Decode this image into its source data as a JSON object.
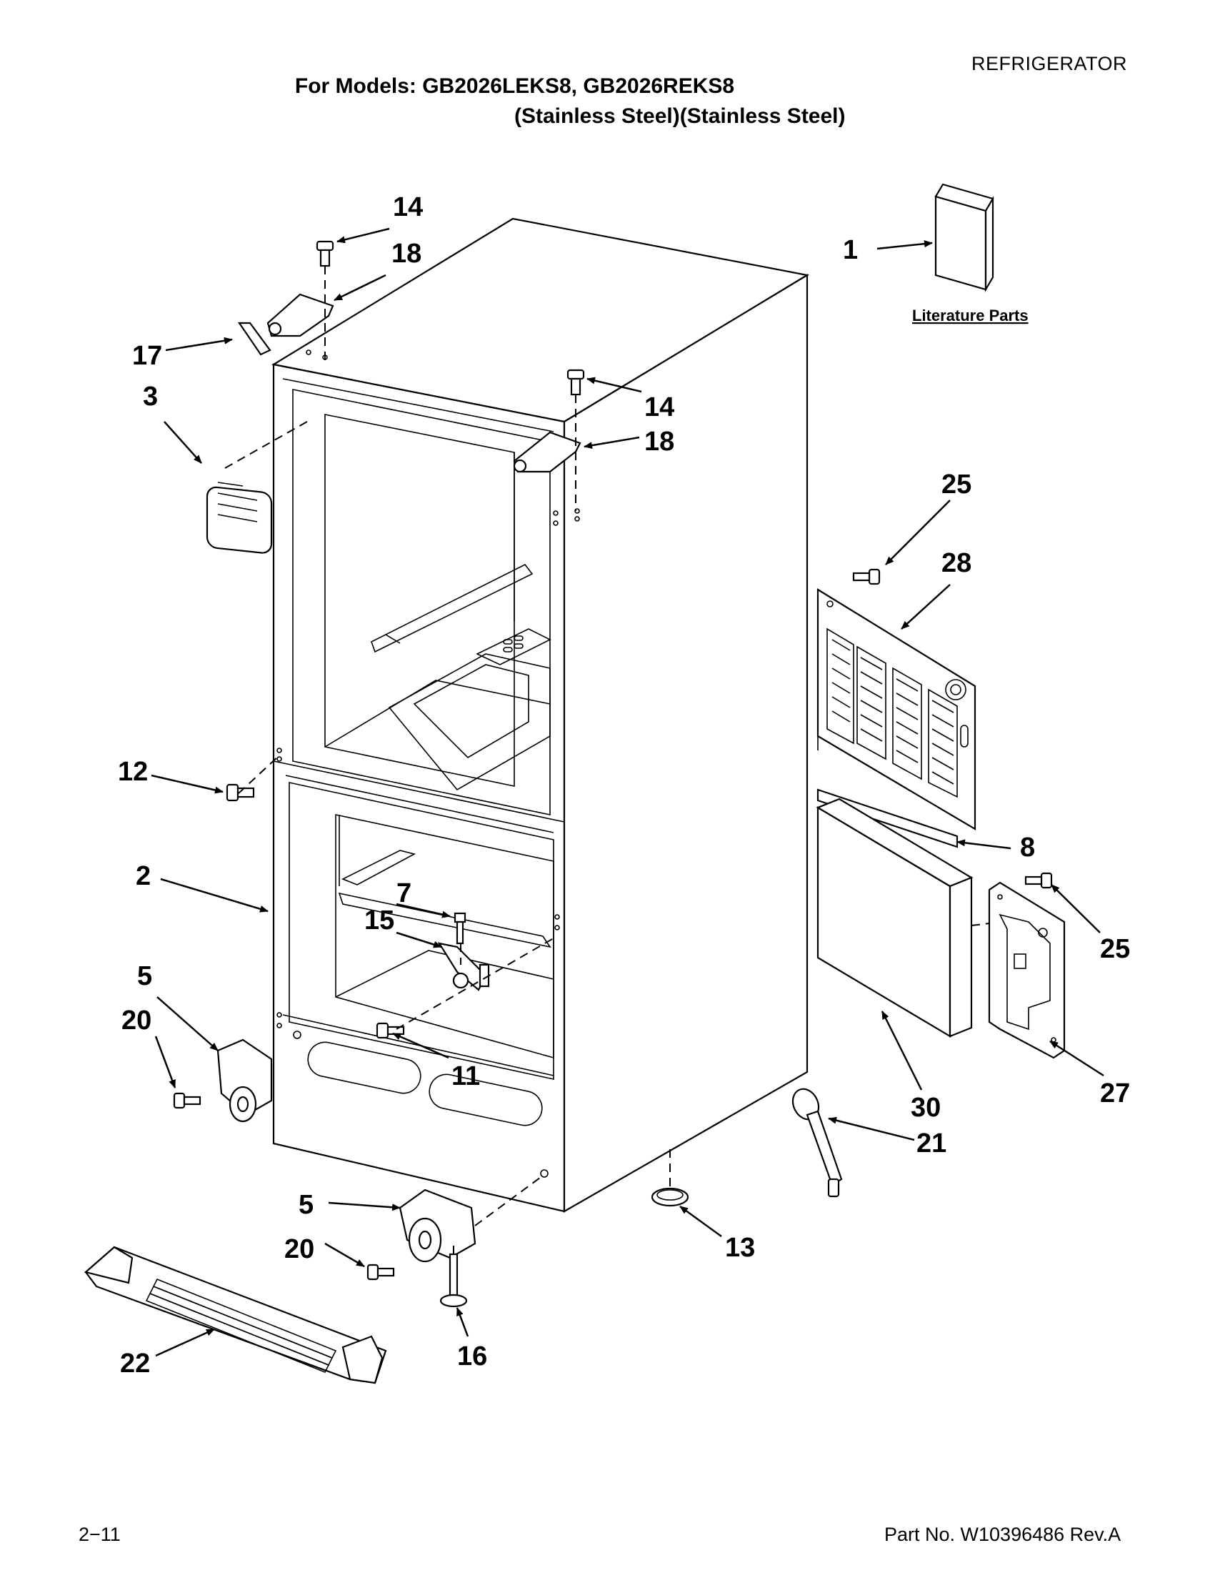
{
  "header": {
    "category": "REFRIGERATOR",
    "title_line1": "For Models: GB2026LEKS8, GB2026REKS8",
    "title_line2": "(Stainless Steel)(Stainless Steel)"
  },
  "footer": {
    "page_number": "2−11",
    "part_number": "Part No. W10396486 Rev.A"
  },
  "literature_label": "Literature Parts",
  "callouts": {
    "c1": "1",
    "c2": "2",
    "c3": "3",
    "c5a": "5",
    "c5b": "5",
    "c7": "7",
    "c8": "8",
    "c11": "11",
    "c12": "12",
    "c13": "13",
    "c14a": "14",
    "c14b": "14",
    "c15": "15",
    "c16": "16",
    "c17": "17",
    "c18a": "18",
    "c18b": "18",
    "c20a": "20",
    "c20b": "20",
    "c21": "21",
    "c22": "22",
    "c25a": "25",
    "c25b": "25",
    "c27": "27",
    "c28": "28",
    "c30": "30"
  }
}
